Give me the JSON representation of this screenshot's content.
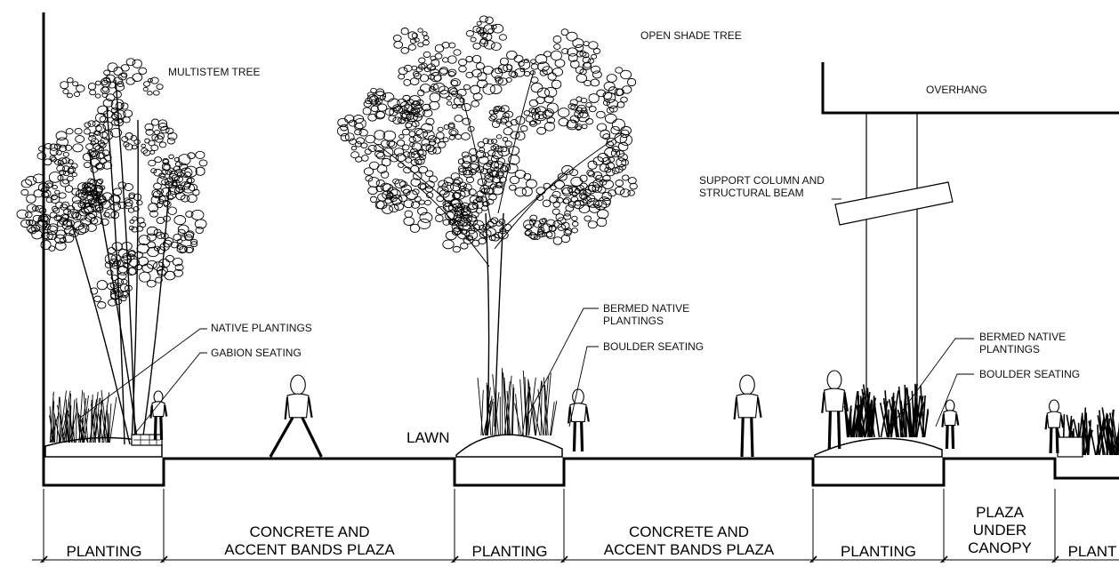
{
  "annotations": {
    "multistem_tree": "MULTISTEM TREE",
    "open_shade_tree": "OPEN SHADE TREE",
    "overhang": "OVERHANG",
    "support_column": "SUPPORT COLUMN AND\nSTRUCTURAL BEAM",
    "native_plantings": "NATIVE PLANTINGS",
    "gabion_seating": "GABION SEATING",
    "bermed_native_1": "BERMED NATIVE\nPLANTINGS",
    "boulder_seating_1": "BOULDER SEATING",
    "bermed_native_2": "BERMED NATIVE\nPLANTINGS",
    "boulder_seating_2": "BOULDER SEATING",
    "lawn": "LAWN"
  },
  "zones": [
    {
      "label": "PLANTING"
    },
    {
      "label": "CONCRETE AND\nACCENT BANDS PLAZA"
    },
    {
      "label": "PLANTING"
    },
    {
      "label": "CONCRETE AND\nACCENT BANDS PLAZA"
    },
    {
      "label": "PLANTING"
    },
    {
      "label": "PLAZA\nUNDER\nCANOPY"
    },
    {
      "label": "PLANT"
    }
  ]
}
